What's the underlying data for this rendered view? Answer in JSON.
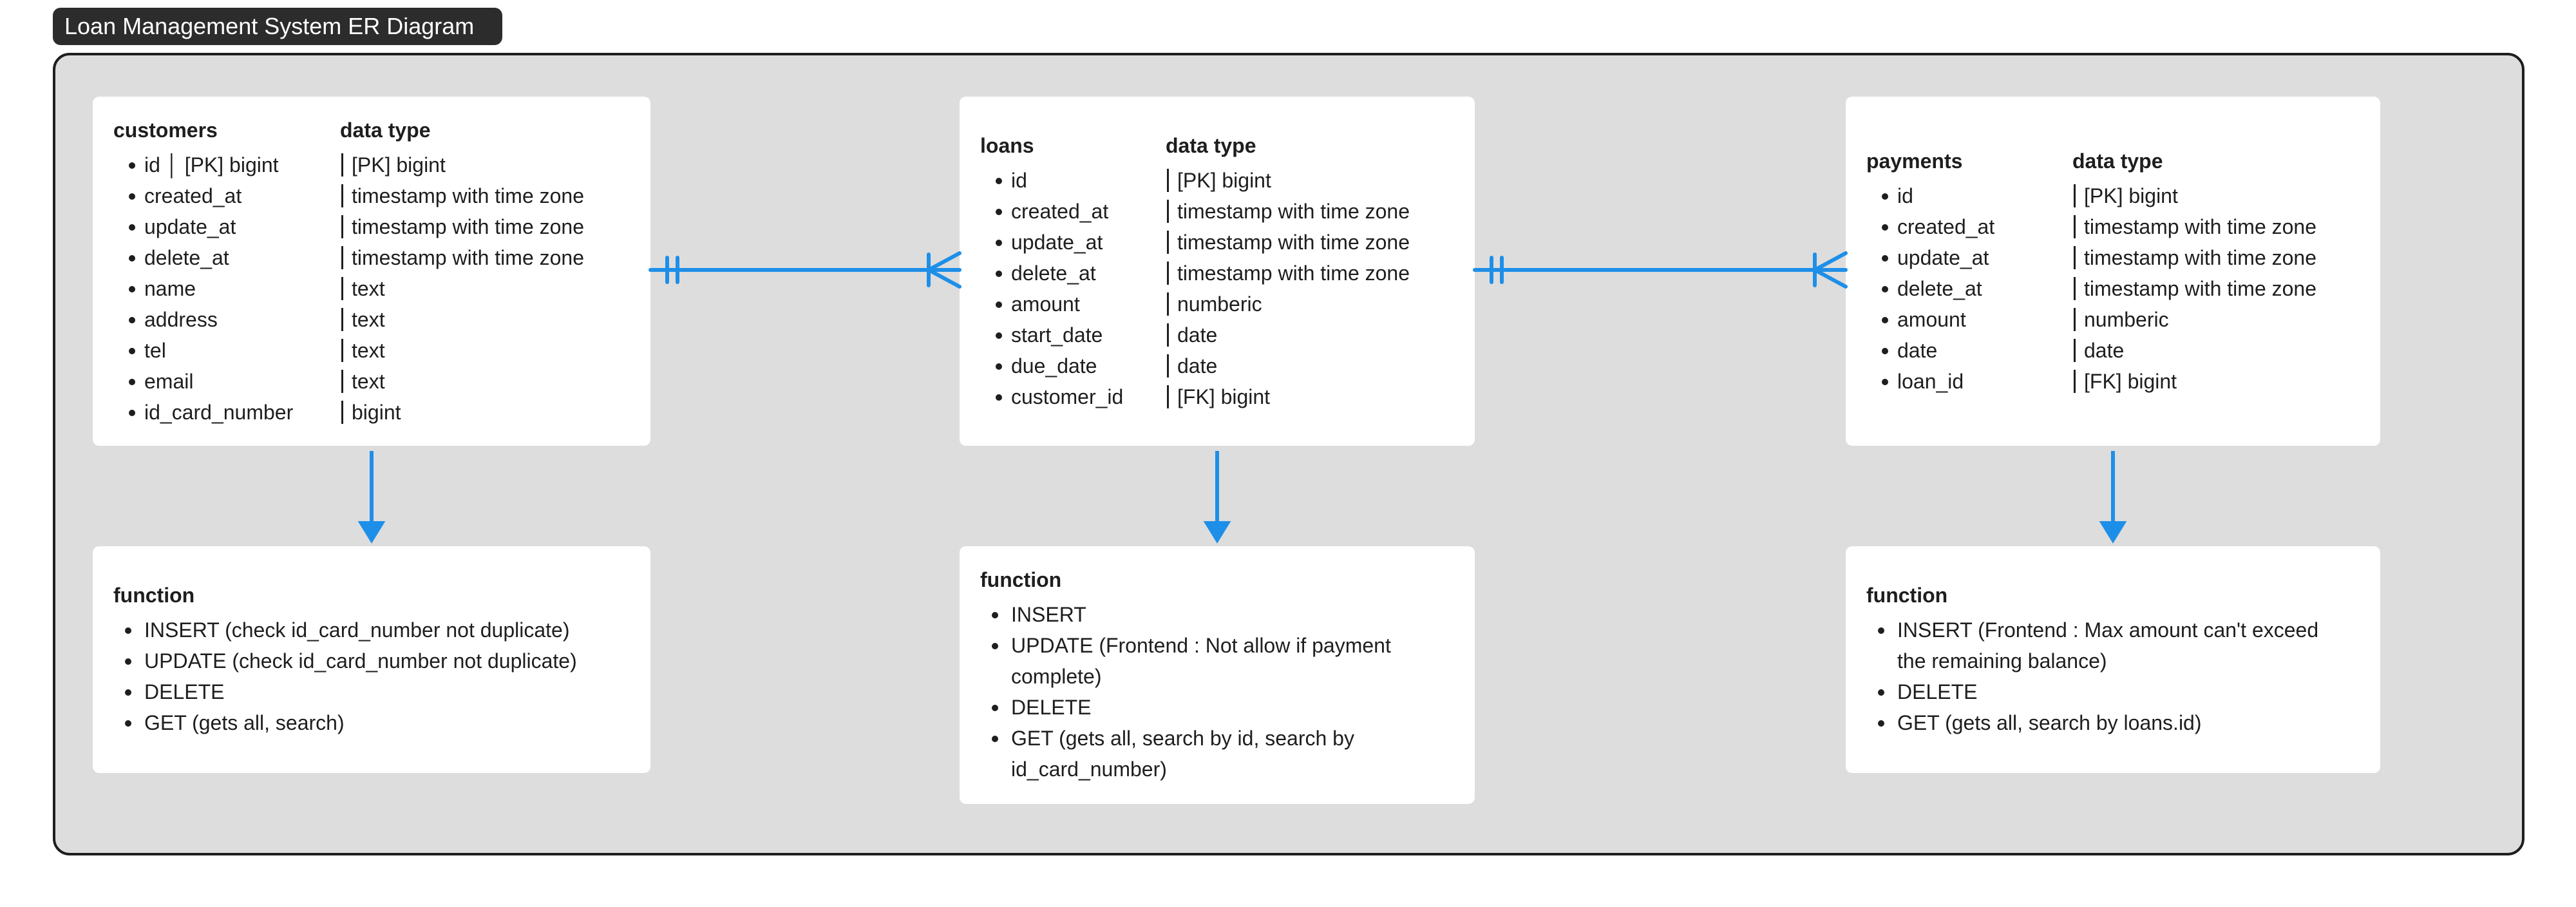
{
  "title": "Loan Management System ER Diagram",
  "colors": {
    "connector": "#1e8fe8",
    "frame": "#dddddd",
    "card": "#ffffff",
    "title_bg": "#2c2c2c"
  },
  "entities": [
    {
      "name": "customers",
      "type_header": "data type",
      "fields": [
        {
          "name": "id │ [PK] bigint",
          "type": "[PK] bigint"
        },
        {
          "name": "created_at",
          "type": "timestamp with time zone"
        },
        {
          "name": "update_at",
          "type": "timestamp with time zone"
        },
        {
          "name": "delete_at",
          "type": "timestamp with time zone"
        },
        {
          "name": "name",
          "type": "text"
        },
        {
          "name": "address",
          "type": "text"
        },
        {
          "name": "tel",
          "type": "text"
        },
        {
          "name": "email",
          "type": "text"
        },
        {
          "name": "id_card_number",
          "type": "bigint"
        }
      ],
      "functions": {
        "header": "function",
        "items": [
          "INSERT (check id_card_number not duplicate)",
          "UPDATE (check id_card_number not duplicate)",
          "DELETE",
          "GET (gets all, search)"
        ]
      }
    },
    {
      "name": "loans",
      "type_header": "data type",
      "fields": [
        {
          "name": "id",
          "type": "[PK] bigint"
        },
        {
          "name": "created_at",
          "type": "timestamp with time zone"
        },
        {
          "name": "update_at",
          "type": "timestamp with time zone"
        },
        {
          "name": "delete_at",
          "type": "timestamp with time zone"
        },
        {
          "name": "amount",
          "type": "numberic"
        },
        {
          "name": "start_date",
          "type": "date"
        },
        {
          "name": "due_date",
          "type": "date"
        },
        {
          "name": "customer_id",
          "type": "[FK] bigint"
        }
      ],
      "functions": {
        "header": "function",
        "items": [
          "INSERT",
          "UPDATE (Frontend :  Not allow if payment complete)",
          "DELETE",
          "GET (gets all, search by id, search by id_card_number)"
        ]
      }
    },
    {
      "name": "payments",
      "type_header": "data type",
      "fields": [
        {
          "name": "id",
          "type": "[PK] bigint"
        },
        {
          "name": "created_at",
          "type": "timestamp with time zone"
        },
        {
          "name": "update_at",
          "type": "timestamp with time zone"
        },
        {
          "name": "delete_at",
          "type": "timestamp with time zone"
        },
        {
          "name": "amount",
          "type": "numberic"
        },
        {
          "name": "date",
          "type": "date"
        },
        {
          "name": "loan_id",
          "type": "[FK] bigint"
        }
      ],
      "functions": {
        "header": "function",
        "items": [
          "INSERT (Frontend : Max amount can't exceed the remaining balance)",
          "DELETE",
          "GET (gets all, search by loans.id)"
        ]
      }
    }
  ],
  "relationships": [
    {
      "from": "customers",
      "to": "loans",
      "from_cardinality": "one-and-only-one",
      "to_cardinality": "one-or-many"
    },
    {
      "from": "loans",
      "to": "payments",
      "from_cardinality": "one-and-only-one",
      "to_cardinality": "one-or-many"
    }
  ]
}
